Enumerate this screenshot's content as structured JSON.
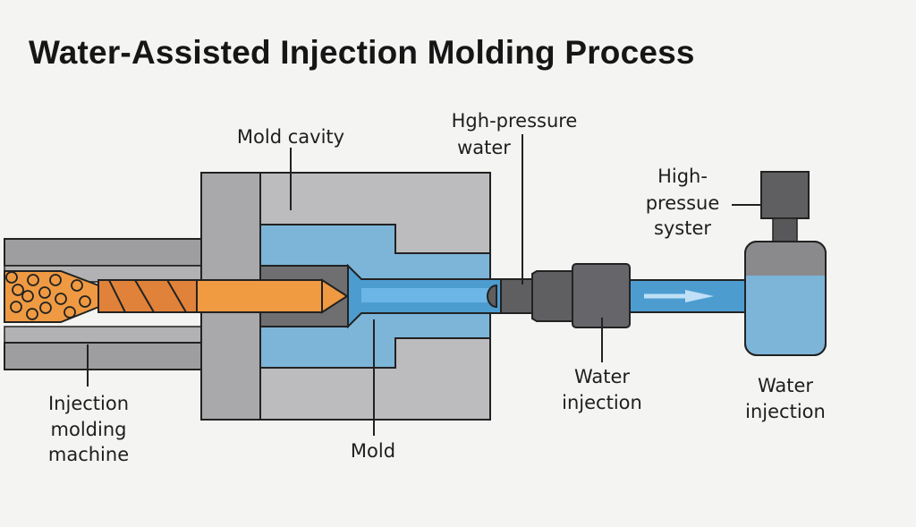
{
  "title": "Water-Assisted Injection Molding Process",
  "labels": {
    "mold_cavity": "Mold cavity",
    "high_pressure_water": [
      "Hgh-pressure",
      "water"
    ],
    "high_pressure_system": [
      "High-",
      "pressue",
      "syster"
    ],
    "injection_molding_machine": [
      "Injection",
      "molding",
      "machine"
    ],
    "mold": "Mold",
    "water_injection_nozzle": [
      "Water",
      "injection"
    ],
    "water_injection_tank": [
      "Water",
      "injection"
    ]
  },
  "components": [
    {
      "id": "injection-barrel",
      "name": "Injection molding machine barrel"
    },
    {
      "id": "screw",
      "name": "Screw with plastic pellets"
    },
    {
      "id": "mold",
      "name": "Mold"
    },
    {
      "id": "mold-cavity",
      "name": "Mold cavity"
    },
    {
      "id": "water-nozzle",
      "name": "Water injection nozzle"
    },
    {
      "id": "water-pipe",
      "name": "High-pressure water line"
    },
    {
      "id": "water-tank",
      "name": "Water tank / high-pressure system"
    }
  ],
  "colors": {
    "background": "#f4f4f2",
    "plastic": "#ef9a42",
    "plastic_dark": "#e0823a",
    "water": "#7db5d8",
    "water_channel": "#4d9ccf",
    "water_core": "#6bb6e6",
    "metal_light": "#b8b8b9",
    "metal_mid": "#a3a3a5",
    "metal_dark": "#6f6f72",
    "nozzle": "#5f5f62",
    "outline": "#222222"
  }
}
